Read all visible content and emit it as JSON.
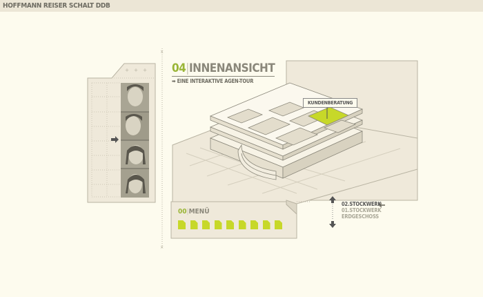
{
  "header": {
    "title": "HOFFMANN REISER SCHALT DDB"
  },
  "section": {
    "number": "04",
    "title": "INNENANSICHT",
    "subtitle": "EINE INTERAKTIVE AGEN-TOUR"
  },
  "building": {
    "highlight_label": "KUNDENBERATUNG",
    "highlight_color": "#c7d829"
  },
  "menu": {
    "number": "00",
    "title": "MENÜ",
    "doc_count": 9
  },
  "floors": [
    {
      "label": "02.STOCKWERK",
      "active": true
    },
    {
      "label": "01.STOCKWERK",
      "active": false
    },
    {
      "label": "ERDGESCHOSS",
      "active": false
    }
  ],
  "people": [
    "person-1",
    "person-2",
    "person-3",
    "person-4"
  ]
}
